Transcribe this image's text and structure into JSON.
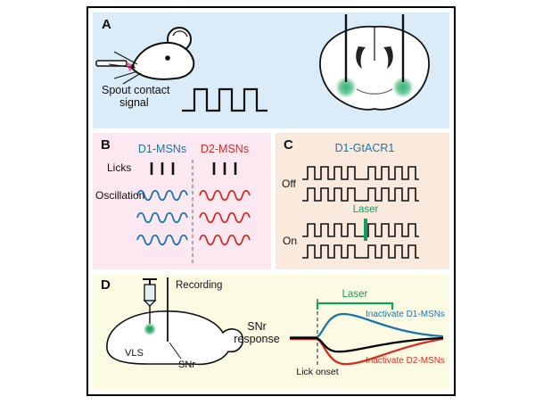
{
  "colors": {
    "blue": "#1a74ad",
    "red": "#d92b25",
    "green": "#0fa05f"
  },
  "panel_a": {
    "label": "A",
    "spout_line1": "Spout contact",
    "spout_line2": "signal"
  },
  "panel_b": {
    "label": "B",
    "d1_header": "D1-MSNs",
    "d2_header": "D2-MSNs",
    "licks": "Licks",
    "oscillation": "Oscillation"
  },
  "panel_c": {
    "label": "C",
    "title": "D1-GtACR1",
    "off": "Off",
    "on": "On",
    "laser": "Laser"
  },
  "panel_d": {
    "label": "D",
    "recording": "Recording",
    "vls": "VLS",
    "snr": "SNr",
    "response_line1": "SNr",
    "response_line2": "response",
    "laser": "Laser",
    "inactivate_d1": "Inactivate D1-MSNs",
    "inactivate_d2": "Inactivate D2-MSNs",
    "lick_onset": "Lick onset"
  }
}
